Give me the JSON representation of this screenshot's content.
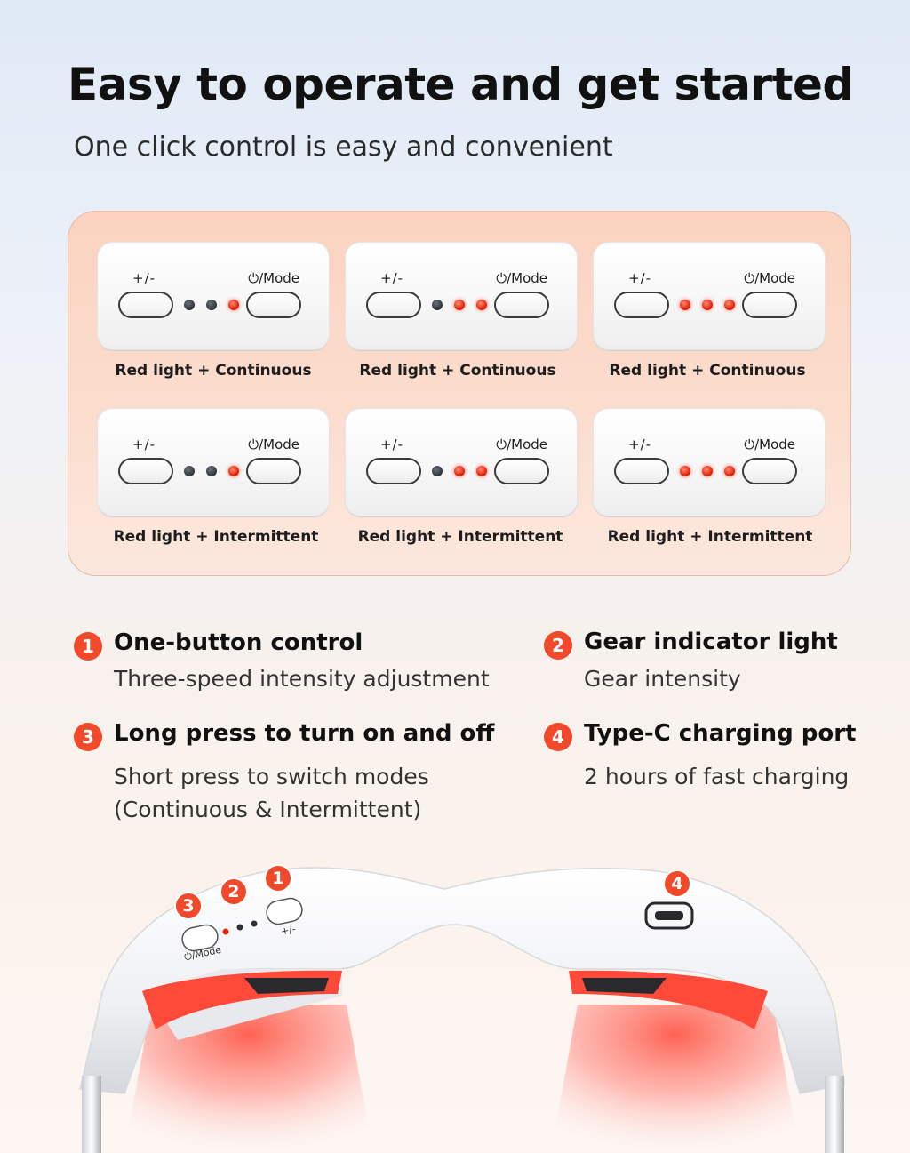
{
  "header": {
    "title": "Easy to operate and get started",
    "subtitle": "One click control is easy and convenient"
  },
  "panel": {
    "cards": [
      {
        "plus_minus": "+/-",
        "mode": "⏻/Mode",
        "leds": [
          "off",
          "off",
          "on"
        ],
        "caption": "Red light + Continuous"
      },
      {
        "plus_minus": "+/-",
        "mode": "⏻/Mode",
        "leds": [
          "off",
          "on",
          "on"
        ],
        "caption": "Red light + Continuous"
      },
      {
        "plus_minus": "+/-",
        "mode": "⏻/Mode",
        "leds": [
          "on",
          "on",
          "on"
        ],
        "caption": "Red light + Continuous"
      },
      {
        "plus_minus": "+/-",
        "mode": "⏻/Mode",
        "leds": [
          "off",
          "off",
          "on"
        ],
        "caption": "Red light + Intermittent"
      },
      {
        "plus_minus": "+/-",
        "mode": "⏻/Mode",
        "leds": [
          "off",
          "on",
          "on"
        ],
        "caption": "Red light + Intermittent"
      },
      {
        "plus_minus": "+/-",
        "mode": "⏻/Mode",
        "leds": [
          "on",
          "on",
          "on"
        ],
        "caption": "Red light + Intermittent"
      }
    ]
  },
  "features": [
    {
      "number": "1",
      "title": "One-button control",
      "desc": [
        "Three-speed intensity adjustment"
      ]
    },
    {
      "number": "2",
      "title": "Gear indicator light",
      "desc": [
        "Gear intensity"
      ]
    },
    {
      "number": "3",
      "title": "Long press to turn on and off",
      "desc": [
        "Short press to switch modes",
        "(Continuous & Intermittent)"
      ]
    },
    {
      "number": "4",
      "title": "Type-C charging port",
      "desc": [
        "2 hours of fast charging"
      ]
    }
  ],
  "device": {
    "mode_label": "⏻/Mode",
    "pm_label": "+/-",
    "badges": [
      "1",
      "2",
      "3",
      "4"
    ]
  },
  "colors": {
    "accent": "#f04a2a",
    "led_on": "#e3250c",
    "led_off": "#2e3138",
    "panel_bg": "#fbd3c0"
  }
}
